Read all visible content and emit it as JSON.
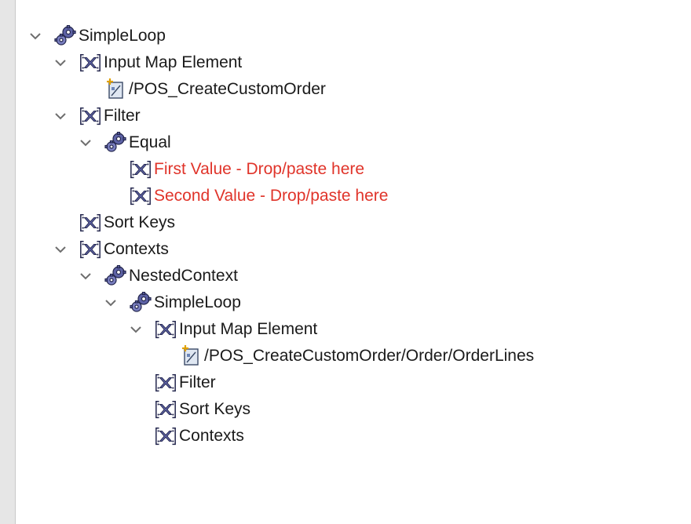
{
  "colors": {
    "text": "#1a1a1a",
    "error_text": "#e0342a",
    "chevron": "#6e6e6e",
    "icon_fill": "#5e63a6",
    "icon_stroke": "#23264d"
  },
  "tree": {
    "nodes": [
      {
        "label": "SimpleLoop",
        "icon": "gears-icon",
        "expandable": true,
        "error": false
      },
      {
        "label": "Input Map Element",
        "icon": "mapping-icon",
        "expandable": true,
        "error": false
      },
      {
        "label": "/POS_CreateCustomOrder",
        "icon": "document-icon",
        "expandable": false,
        "error": false
      },
      {
        "label": "Filter",
        "icon": "mapping-icon",
        "expandable": true,
        "error": false
      },
      {
        "label": "Equal",
        "icon": "gears-icon",
        "expandable": true,
        "error": false
      },
      {
        "label": "First Value - Drop/paste here",
        "icon": "mapping-icon",
        "expandable": false,
        "error": true
      },
      {
        "label": "Second Value - Drop/paste here",
        "icon": "mapping-icon",
        "expandable": false,
        "error": true
      },
      {
        "label": "Sort Keys",
        "icon": "mapping-icon",
        "expandable": false,
        "error": false
      },
      {
        "label": "Contexts",
        "icon": "mapping-icon",
        "expandable": true,
        "error": false
      },
      {
        "label": "NestedContext",
        "icon": "gears-icon",
        "expandable": true,
        "error": false
      },
      {
        "label": "SimpleLoop",
        "icon": "gears-icon",
        "expandable": true,
        "error": false
      },
      {
        "label": "Input Map Element",
        "icon": "mapping-icon",
        "expandable": true,
        "error": false
      },
      {
        "label": "/POS_CreateCustomOrder/Order/OrderLines",
        "icon": "document-icon",
        "expandable": false,
        "error": false
      },
      {
        "label": "Filter",
        "icon": "mapping-icon",
        "expandable": false,
        "error": false
      },
      {
        "label": "Sort Keys",
        "icon": "mapping-icon",
        "expandable": false,
        "error": false
      },
      {
        "label": "Contexts",
        "icon": "mapping-icon",
        "expandable": false,
        "error": false
      }
    ]
  }
}
